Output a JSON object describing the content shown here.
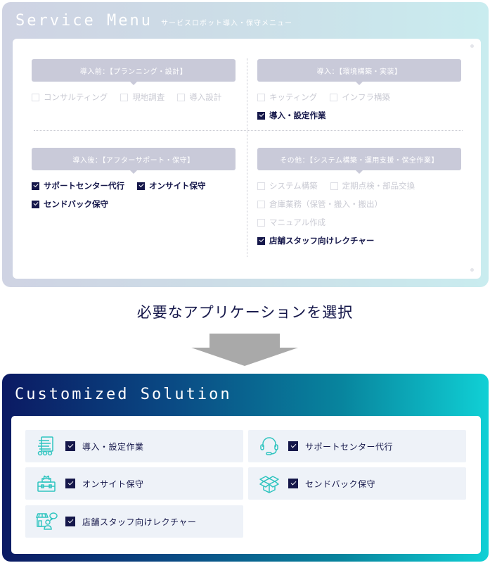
{
  "service_menu": {
    "title": "Service Menu",
    "subtitle": "サービスロボット導入・保守メニュー",
    "stages": [
      {
        "header": "導入前：【プランニング・設計】",
        "options": [
          {
            "label": "コンサルティング",
            "checked": false
          },
          {
            "label": "現地調査",
            "checked": false
          },
          {
            "label": "導入設計",
            "checked": false
          }
        ]
      },
      {
        "header": "導入：【環境構築・実装】",
        "options": [
          {
            "label": "キッティング",
            "checked": false
          },
          {
            "label": "インフラ構築",
            "checked": false
          },
          {
            "label": "導入・設定作業",
            "checked": true
          }
        ]
      },
      {
        "header": "導入後：【アフターサポート・保守】",
        "options": [
          {
            "label": "サポートセンター代行",
            "checked": true
          },
          {
            "label": "オンサイト保守",
            "checked": true
          },
          {
            "label": "センドバック保守",
            "checked": true
          }
        ]
      },
      {
        "header": "その他：【システム構築・運用支援・保全作業】",
        "options": [
          {
            "label": "システム構築",
            "checked": false
          },
          {
            "label": "定期点検・部品交換",
            "checked": false
          },
          {
            "label": "倉庫業務（保管・搬入・搬出）",
            "checked": false
          },
          {
            "label": "マニュアル作成",
            "checked": false
          },
          {
            "label": "店舗スタッフ向けレクチャー",
            "checked": true
          }
        ]
      }
    ]
  },
  "middle": {
    "label": "必要なアプリケーションを選択",
    "arrow_icon": "down-arrow-icon",
    "arrow_color": "#a9a9a9"
  },
  "solution": {
    "title": "Customized Solution",
    "items": [
      {
        "label": "導入・設定作業",
        "icon": "shelf-cart-icon"
      },
      {
        "label": "サポートセンター代行",
        "icon": "headset-icon"
      },
      {
        "label": "オンサイト保守",
        "icon": "toolbox-icon"
      },
      {
        "label": "センドバック保守",
        "icon": "open-box-icon"
      },
      {
        "label": "店舗スタッフ向けレクチャー",
        "icon": "store-staff-chat-icon"
      }
    ]
  },
  "colors": {
    "navy": "#15174a",
    "teal_icon": "#2ec4bf",
    "stage_header": "#c9cad9",
    "card_bg": "#eef2f8"
  }
}
